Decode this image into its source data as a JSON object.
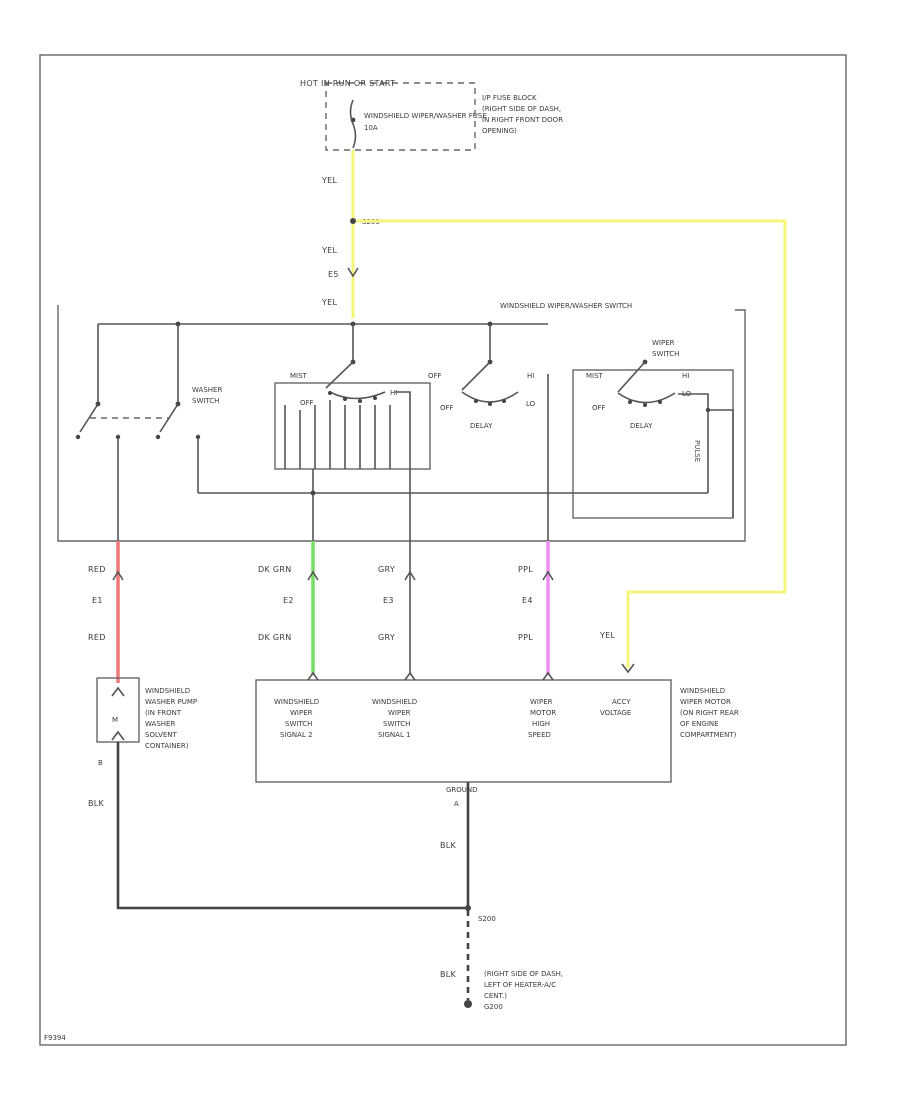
{
  "colors": {
    "yel": "#f5f57a",
    "red": "#f07a7a",
    "grn": "#77dd66",
    "ppl": "#f08ef0",
    "line": "#555555"
  },
  "hot_label": "HOT IN RUN OR START",
  "fuse_label": [
    "WINDSHIELD WIPER/WASHER FUSE",
    "10A"
  ],
  "fuse_block_label": [
    "I/P FUSE BLOCK",
    "(RIGHT SIDE OF DASH,",
    "IN RIGHT FRONT DOOR",
    "OPENING)"
  ],
  "wire_colors": {
    "yel": "YEL",
    "red": "RED",
    "dk_grn": "DK GRN",
    "gry": "GRY",
    "ppl": "PPL",
    "blk": "BLK"
  },
  "splice_top": "S209",
  "connectors": {
    "e1": "E1",
    "e2": "E2",
    "e3": "E3",
    "e4": "E4",
    "e5": "E5",
    "b": "B",
    "a": "A"
  },
  "switch_assembly_label": "WINDSHIELD WIPER/WASHER SWITCH",
  "washer_switch_label": [
    "WASHER",
    "SWITCH"
  ],
  "wiper_switch_label": [
    "WIPER",
    "SWITCH"
  ],
  "positions": {
    "mist": "MIST",
    "off": "OFF",
    "hi": "HI",
    "lo": "LO",
    "delay": "DELAY",
    "pulse": "PULSE"
  },
  "pump_label": [
    "WINDSHIELD",
    "WASHER PUMP",
    "(IN FRONT",
    "WASHER",
    "SOLVENT",
    "CONTAINER)"
  ],
  "motor_label": [
    "WINDSHIELD",
    "WIPER MOTOR",
    "(ON RIGHT REAR",
    "OF ENGINE",
    "COMPARTMENT)"
  ],
  "motor_terminals": {
    "signal2": [
      "WINDSHIELD",
      "WIPER",
      "SWITCH",
      "SIGNAL 2"
    ],
    "signal1": [
      "WINDSHIELD",
      "WIPER",
      "SWITCH",
      "SIGNAL 1"
    ],
    "high": [
      "WIPER",
      "MOTOR",
      "HIGH",
      "SPEED"
    ],
    "accy": [
      "ACCY",
      "VOLTAGE"
    ]
  },
  "ground_label": "GROUND",
  "splice_bottom": "S200",
  "ground_location": [
    "(RIGHT SIDE OF DASH,",
    "LEFT OF HEATER-A/C",
    "CENT.)",
    "G200"
  ],
  "figure_code": "F9394"
}
